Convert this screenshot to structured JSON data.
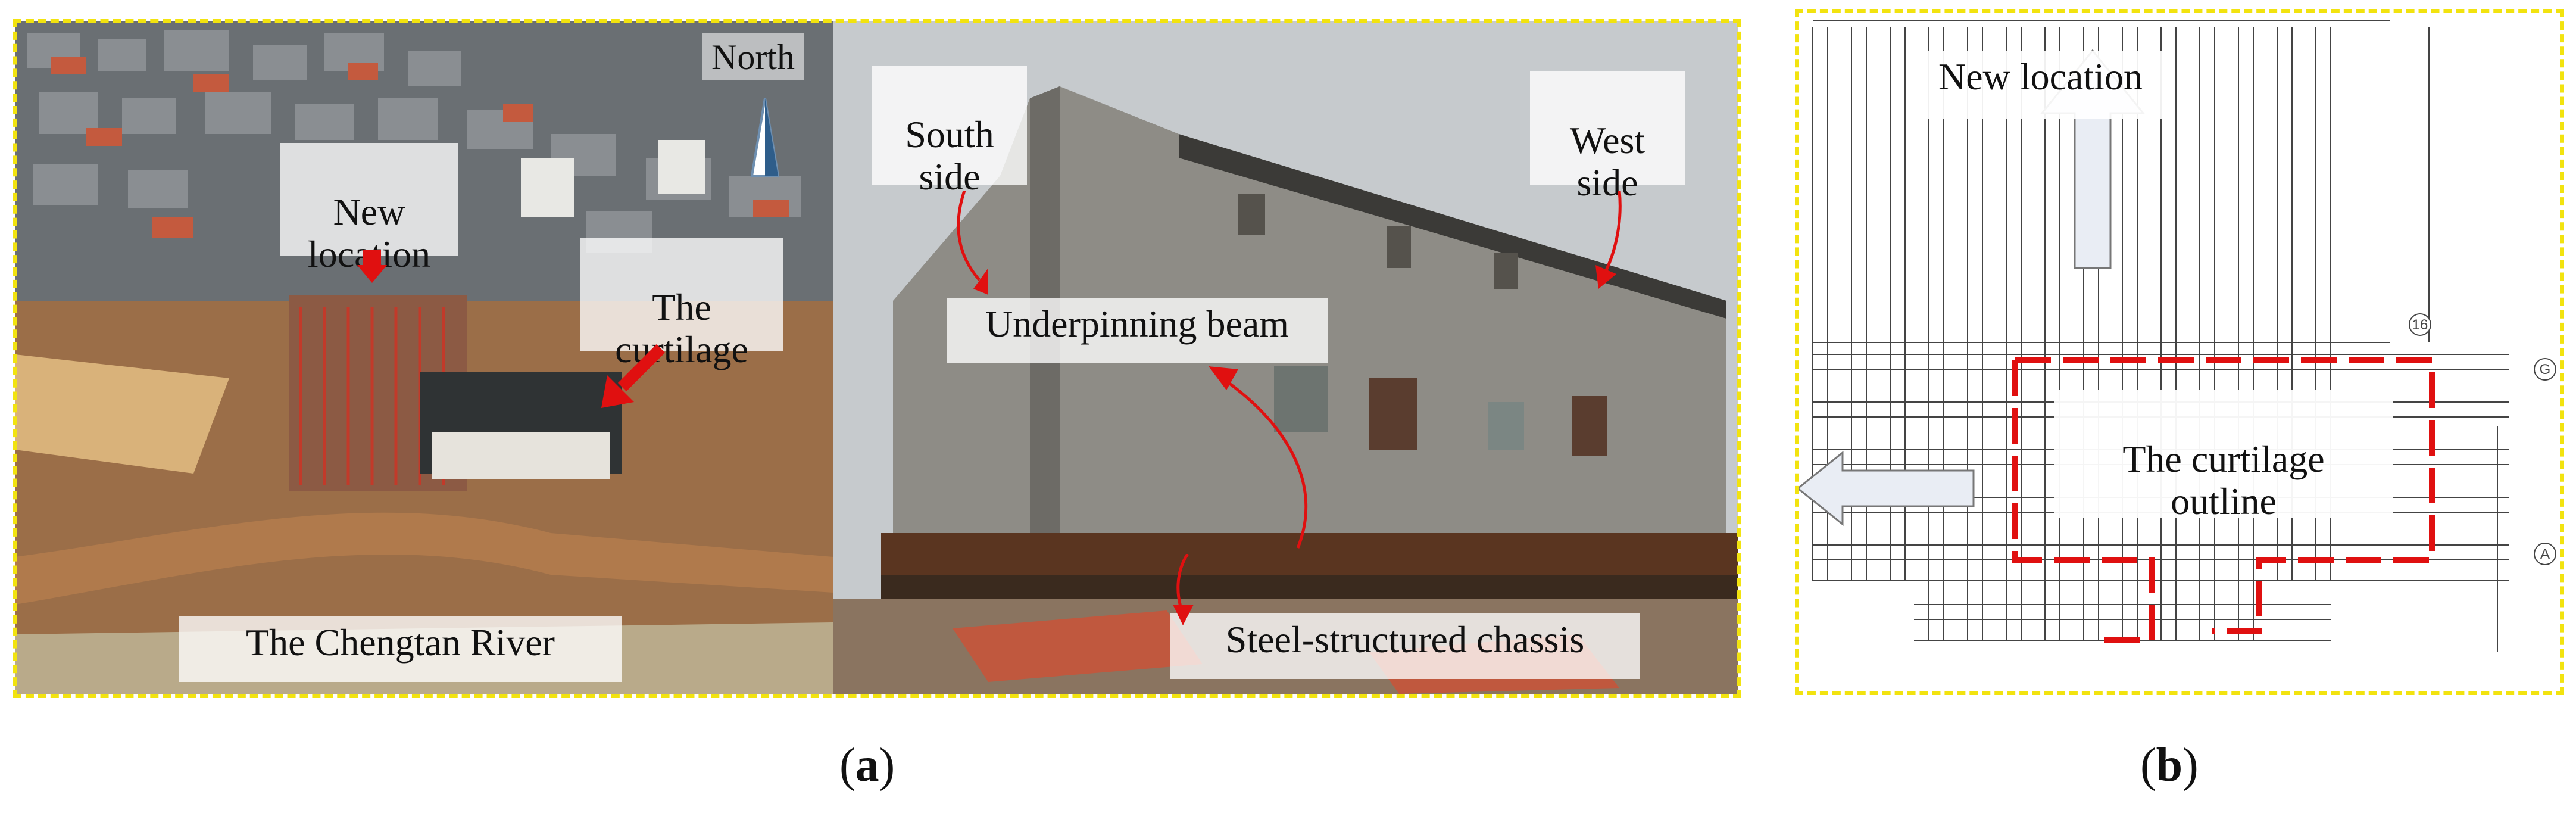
{
  "panel_a_aerial": {
    "compass_label": "North",
    "new_location_label": "New\nlocation",
    "curtilage_label": "The\ncurtilage",
    "river_label": "The Chengtan River"
  },
  "panel_a_building": {
    "south_side_label": "South\nside",
    "west_side_label": "West\nside",
    "underpinning_label": "Underpinning  beam",
    "chassis_label": "Steel-structured chassis"
  },
  "panel_b_plan": {
    "new_location_label": "New location",
    "outline_label": "The curtilage\noutline",
    "axis_g": "G",
    "axis_a": "A",
    "axis_16": "16"
  },
  "captions": {
    "a_open": "(",
    "a_letter": "a",
    "a_close": ")",
    "b_open": "(",
    "b_letter": "b",
    "b_close": ")"
  },
  "colors": {
    "dashed_border": "#f2e30f",
    "red_marker": "#e01010",
    "outline_red": "#e01010"
  }
}
